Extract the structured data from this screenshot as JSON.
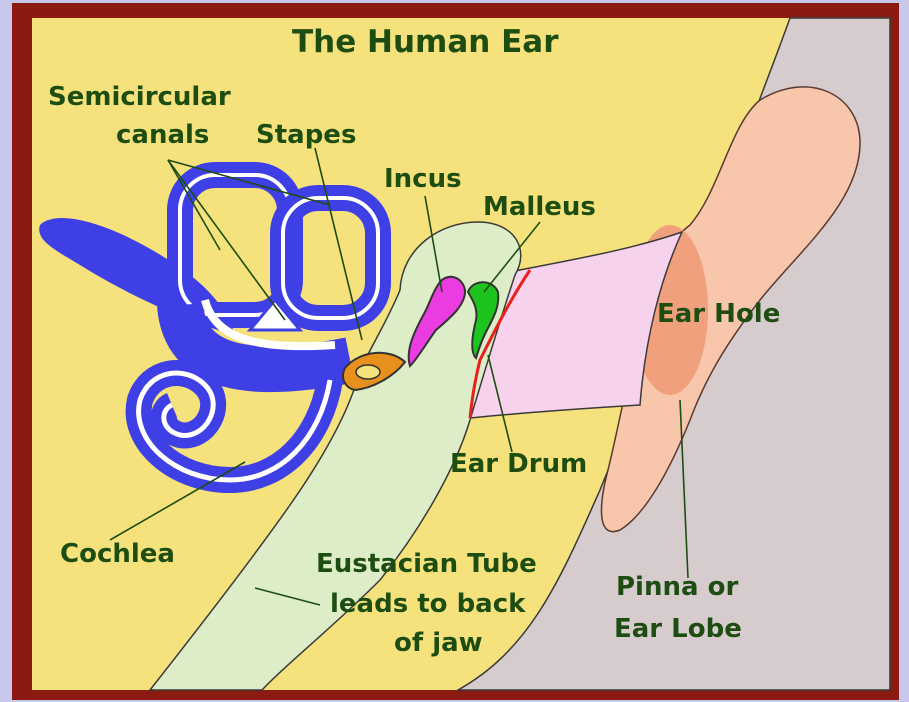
{
  "title": "The Human Ear",
  "labels": {
    "semicircular_line1": "Semicircular",
    "semicircular_line2": "canals",
    "stapes": "Stapes",
    "incus": "Incus",
    "malleus": "Malleus",
    "ear_hole": "Ear Hole",
    "ear_drum": "Ear Drum",
    "cochlea": "Cochlea",
    "eustacian_line1": "Eustacian Tube",
    "eustacian_line2": "leads to back",
    "eustacian_line3": "of jaw",
    "pinna_line1": "Pinna or",
    "pinna_line2": "Ear Lobe"
  },
  "colors": {
    "outer_background": "#c8c8ec",
    "frame": "#8b1a10",
    "skull": "#f5e27c",
    "skin": "#d6ccce",
    "pinna": "#f7c6ab",
    "ear_hole": "#f0a07c",
    "canal": "#f7d2ec",
    "middle_ear": "#dcedc8",
    "labyrinth": "#3f3fe6",
    "incus": "#ea3ce0",
    "malleus": "#1ec41e",
    "stapes": "#e8901e",
    "ear_drum": "#e8201c",
    "label_text": "#1e4d12"
  }
}
